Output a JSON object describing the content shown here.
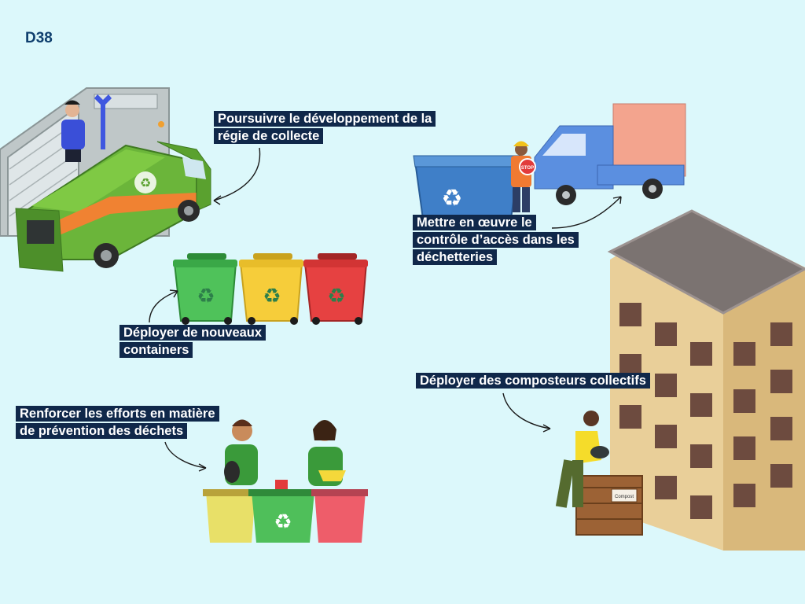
{
  "code": "D38",
  "labels": {
    "regie": "Poursuivre le développement de la régie de collecte",
    "controle": "Mettre en œuvre le contrôle d’accès dans les déchetteries",
    "containers": "Déployer de nouveaux containers",
    "composteurs": "Déployer des composteurs collectifs",
    "prevention": "Renforcer les efforts en matière de prévention des déchets"
  },
  "sign_text": "STOP",
  "composter_sign": "Compost",
  "colors": {
    "background": "#dcf8fb",
    "label_bg": "#10284a",
    "label_text": "#ffffff",
    "code": "#0f3f6e",
    "bin_green": "#4fc25a",
    "bin_yellow": "#f6cd3a",
    "bin_red": "#e64141",
    "bin_blue": "#3f7fc8",
    "truck_green": "#6bb53a",
    "building": "#e9cf99"
  }
}
